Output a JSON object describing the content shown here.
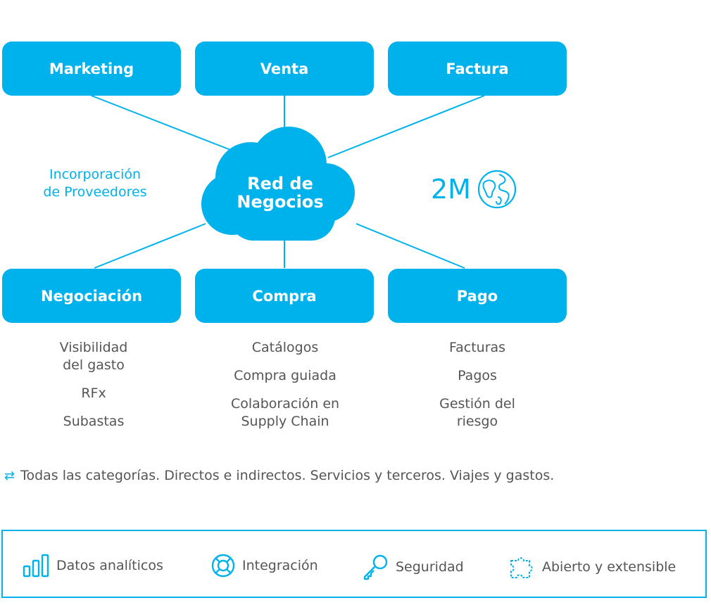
{
  "diagram": {
    "cloud_label_line1": "Red de",
    "cloud_label_line2": "Negocios",
    "top_nodes": [
      "Marketing",
      "Venta",
      "Factura"
    ],
    "bottom_nodes": [
      "Negociación",
      "Compra",
      "Pago"
    ],
    "onboarding_line1": "Incorporación",
    "onboarding_line2": "de Proveedores",
    "network_size": "2M"
  },
  "details": {
    "negociacion": [
      "Visibilidad del gasto",
      "RFx",
      "Subastas"
    ],
    "compra": [
      "Catálogos",
      "Compra guiada",
      "Colaboración en Supply Chain"
    ],
    "pago": [
      "Facturas",
      "Pagos",
      "Gestión del riesgo"
    ]
  },
  "categories_text": "Todas las categorías. Directos e indirectos. Servicios y terceros. Viajes y gastos.",
  "features": [
    "Datos analíticos",
    "Integración",
    "Seguridad",
    "Abierto y extensible"
  ],
  "colors": {
    "accent": "#00b2ec",
    "text": "#555555"
  }
}
